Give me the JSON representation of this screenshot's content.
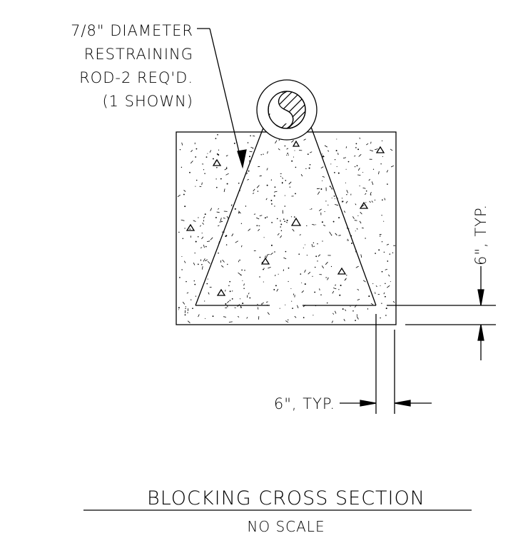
{
  "callout": {
    "line1": "7/8\" DIAMETER",
    "line2": "RESTRAINING",
    "line3": "ROD-2 REQ'D.",
    "line4": "(1 SHOWN)"
  },
  "dimensions": {
    "vertical_label": "6\", TYP.",
    "horizontal_label": "6\", TYP."
  },
  "title": {
    "main": "BLOCKING CROSS SECTION",
    "scale": "NO SCALE"
  }
}
